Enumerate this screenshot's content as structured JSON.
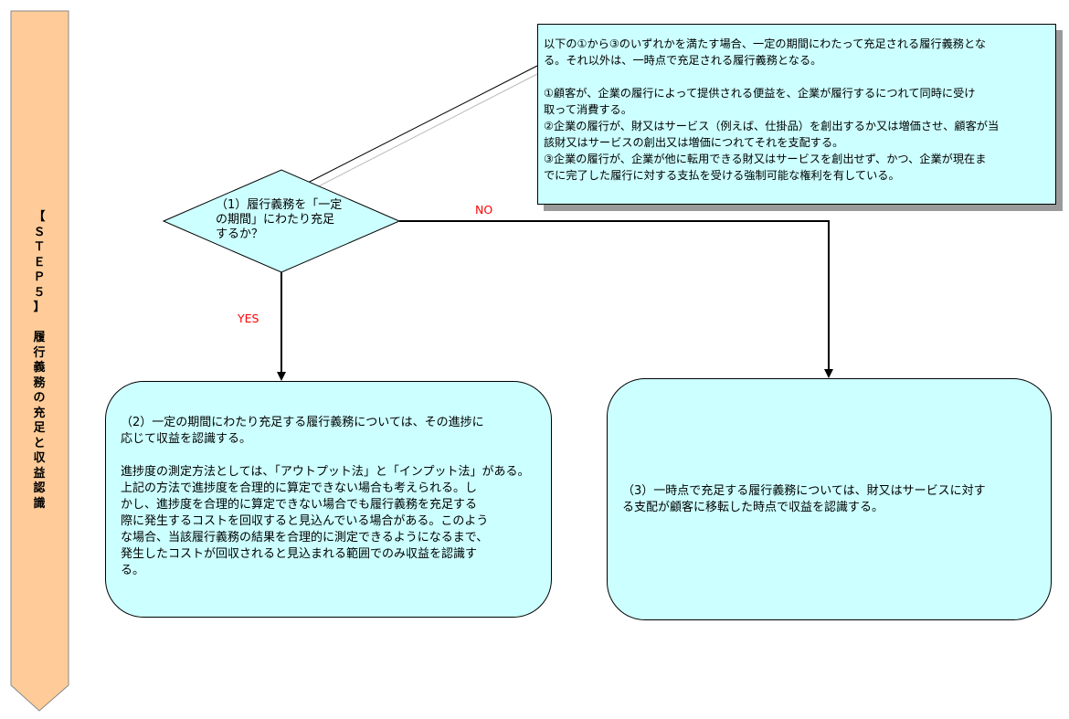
{
  "banner": {
    "chars": [
      "【",
      "Ｓ",
      "Ｔ",
      "Ｅ",
      "Ｐ",
      "５",
      "】",
      "",
      "履",
      "行",
      "義",
      "務",
      "の",
      "充",
      "足",
      "と",
      "収",
      "益",
      "認",
      "識"
    ],
    "colors": {
      "fill": "#FFCC99"
    }
  },
  "callout": {
    "lines": [
      "以下の①から③のいずれかを満たす場合、一定の期間にわたって充足される履行義務とな",
      "る。それ以外は、一時点で充足される履行義務となる。",
      "",
      "①顧客が、企業の履行によって提供される便益を、企業が履行するにつれて同時に受け",
      "取って消費する。",
      "②企業の履行が、財又はサービス（例えば、仕掛品）を創出するか又は増価させ、顧客が当",
      "該財又はサービスの創出又は増価につれてそれを支配する。",
      "③企業の履行が、企業が他に転用できる財又はサービスを創出せず、かつ、企業が現在ま",
      "でに完了した履行に対する支払を受ける強制可能な権利を有している。"
    ]
  },
  "decision": {
    "lines": [
      "（1）履行義務を「一定",
      "の期間」にわたり充足",
      "するか？"
    ]
  },
  "labels": {
    "no": "NO",
    "yes": "YES"
  },
  "left_box": {
    "lines": [
      "（2）一定の期間にわたり充足する履行義務については、その進捗に",
      "応じて収益を認識する。",
      "",
      "進捗度の測定方法としては、「アウトプット法」と「インプット法」がある。",
      "上記の方法で進捗度を合理的に算定できない場合も考えられる。し",
      "かし、進捗度を合理的に算定できない場合でも履行義務を充足する",
      "際に発生するコストを回収すると見込んでいる場合がある。このよう",
      "な場合、当該履行義務の結果を合理的に測定できるようになるまで、",
      "発生したコストが回収されると見込まれる範囲でのみ収益を認識す",
      "る。"
    ]
  },
  "right_box": {
    "lines": [
      "（3）一時点で充足する履行義務については、財又はサービスに対す",
      "る支配が顧客に移転した時点で収益を認識する。"
    ]
  },
  "colors": {
    "box_fill": "#CCFFFF",
    "label": "#FF0000"
  }
}
